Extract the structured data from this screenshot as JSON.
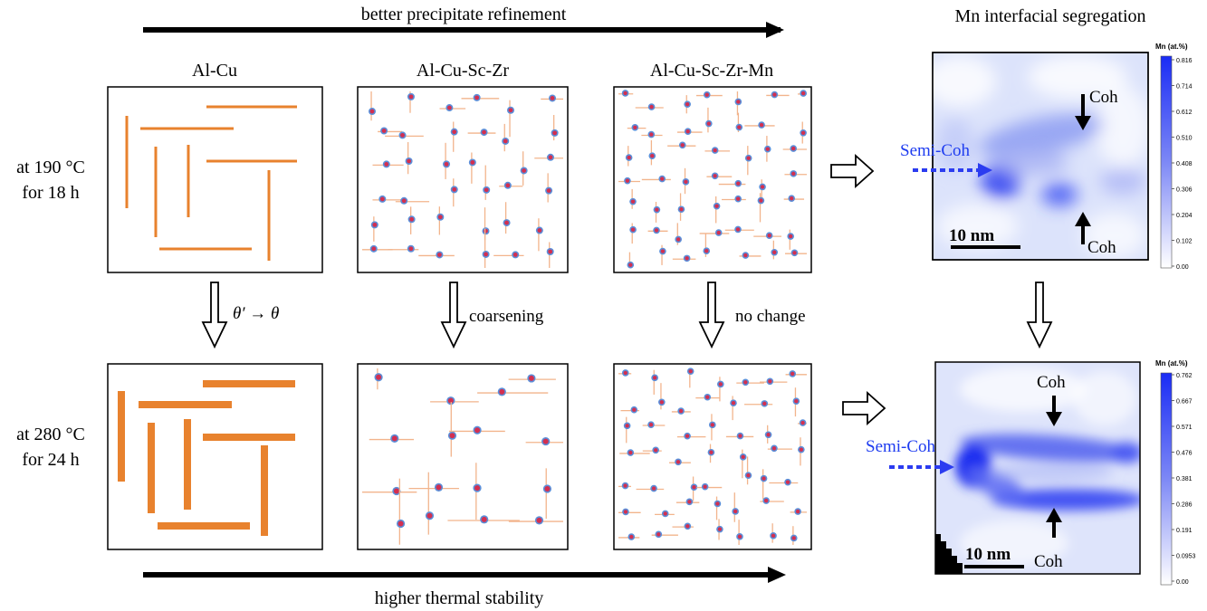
{
  "top_arrow_label": "better precipitate refinement",
  "bottom_arrow_label": "higher thermal stability",
  "columns": [
    "Al-Cu",
    "Al-Cu-Sc-Zr",
    "Al-Cu-Sc-Zr-Mn"
  ],
  "rows": [
    {
      "line1": "at 190 °C",
      "line2": "for 18 h"
    },
    {
      "line1": "at 280 °C",
      "line2": "for 24 h"
    }
  ],
  "transitions": {
    "al_cu": "θ′ → θ",
    "sc_zr": "coarsening",
    "mn": "no change"
  },
  "segregation_title": "Mn interfacial segregation",
  "map_top": {
    "colorbar_title": "Mn (at.%)",
    "ticks": [
      "0.816",
      "0.714",
      "0.612",
      "0.510",
      "0.408",
      "0.306",
      "0.204",
      "0.102",
      "0.00"
    ],
    "scale_bar": "10 nm",
    "label_semi": "Semi-Coh",
    "label_coh_top": "Coh",
    "label_coh_bottom": "Coh"
  },
  "map_bottom": {
    "colorbar_title": "Mn (at.%)",
    "ticks": [
      "0.762",
      "0.667",
      "0.571",
      "0.476",
      "0.381",
      "0.286",
      "0.191",
      "0.0953",
      "0.00"
    ],
    "scale_bar": "10 nm",
    "label_semi": "Semi-Coh",
    "label_coh_top": "Coh",
    "label_coh_bottom": "Coh"
  },
  "colors": {
    "theta_plate": "#E8822E",
    "thin_plate": "#F2B48C",
    "particle_core": "#D32F50",
    "particle_halo": "#5B8FD9",
    "map_blue": "#2B3CF0",
    "semi_coh_text": "#1E3CF0"
  }
}
